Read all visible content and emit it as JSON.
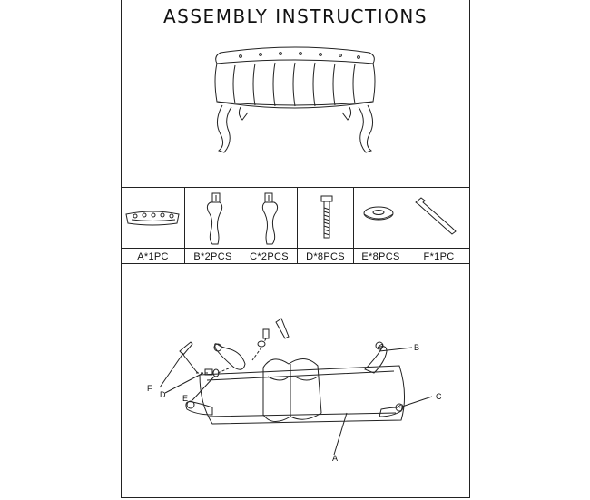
{
  "document": {
    "title": "ASSEMBLY INSTRUCTIONS"
  },
  "parts": [
    {
      "label": "A*1PC",
      "icon": "tufted-seat-top-icon"
    },
    {
      "label": "B*2PCS",
      "icon": "cabriole-leg-b-icon"
    },
    {
      "label": "C*2PCS",
      "icon": "cabriole-leg-c-icon"
    },
    {
      "label": "D*8PCS",
      "icon": "bolt-icon"
    },
    {
      "label": "E*8PCS",
      "icon": "washer-icon"
    },
    {
      "label": "F*1PC",
      "icon": "allen-key-icon"
    }
  ],
  "diagram": {
    "callouts": [
      "B",
      "C",
      "F",
      "D",
      "E",
      "A"
    ]
  }
}
